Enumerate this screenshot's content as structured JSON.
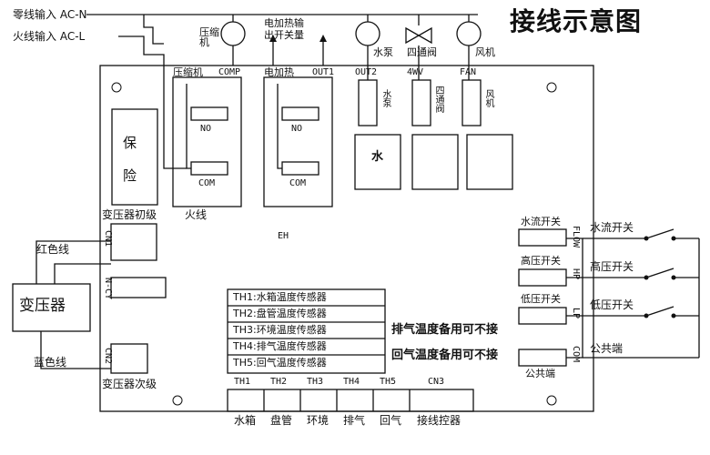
{
  "title": "接线示意图",
  "inputs": {
    "neutral": "零线输入 AC-N",
    "live": "火线输入 AC-L"
  },
  "top_loads": {
    "compressor": "压缩机",
    "heater": "电加热输\n出开关量",
    "pump": "水泵",
    "valve": "四通阀",
    "fan": "风机"
  },
  "relays": {
    "r1_label": "压缩机",
    "r1_port": "COMP",
    "r2_label": "电加热",
    "r2_port": "OUT1",
    "out2": "OUT2",
    "fourwv": "4WV",
    "fan": "FAN",
    "no": "NO",
    "com": "COM",
    "pump_v": "水泵",
    "valve_v": "四通阀",
    "fan_v": "风机"
  },
  "left": {
    "fuse": "保险",
    "fuse_top": "保",
    "fuse_bottom": "险",
    "primary": "变压器初级",
    "live_line": "火线",
    "red": "红色线",
    "blue": "蓝色线",
    "transformer": "变压器",
    "secondary": "变压器次级",
    "cn1": "CN1",
    "ncy": "N-CY",
    "cn2": "CN2"
  },
  "blocks": {
    "water": "水",
    "pcb": "EH"
  },
  "sensors": [
    "TH1:水箱温度传感器",
    "TH2:盘管温度传感器",
    "TH3:环境温度传感器",
    "TH4:排气温度传感器",
    "TH5:回气温度传感器"
  ],
  "notes": {
    "exhaust": "排气温度备用可不接",
    "return": "回气温度备用可不接"
  },
  "terminals": {
    "th": [
      "TH1",
      "TH2",
      "TH3",
      "TH4",
      "TH5",
      "CN3"
    ],
    "names": [
      "水箱",
      "盘管",
      "环境",
      "排气",
      "回气",
      "接线控器"
    ]
  },
  "right": {
    "flow_label": "水流开关",
    "flow_port": "FLOW",
    "flow_switch": "水流开关",
    "hp_label": "高压开关",
    "hp_port": "HP",
    "hp_switch": "高压开关",
    "lp_label": "低压开关",
    "lp_port": "LP",
    "lp_switch": "低压开关",
    "com_label": "公共端",
    "com_port": "COM",
    "common": "公共端"
  }
}
